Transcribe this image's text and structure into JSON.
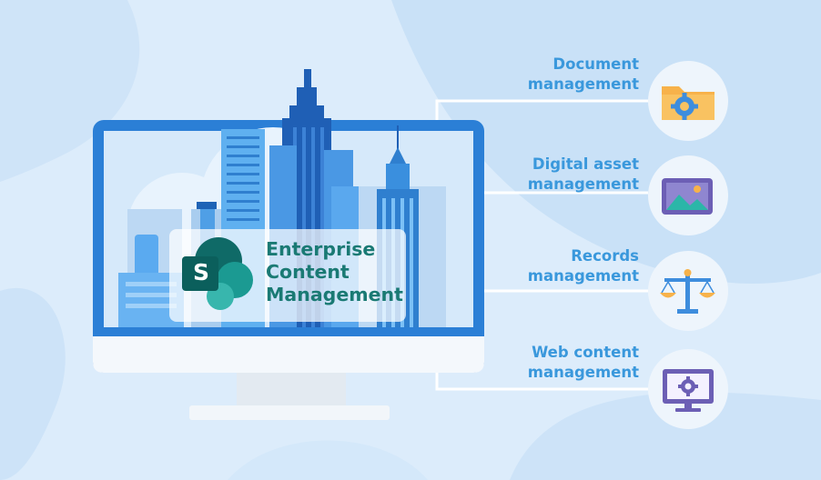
{
  "product": {
    "logo_letter": "S",
    "title_lines": [
      "Enterprise",
      "Content",
      "Management"
    ]
  },
  "features": [
    {
      "lines": [
        "Document",
        "management"
      ],
      "icon": "folder-gear-icon"
    },
    {
      "lines": [
        "Digital asset",
        "management"
      ],
      "icon": "image-icon"
    },
    {
      "lines": [
        "Records",
        "management"
      ],
      "icon": "scales-icon"
    },
    {
      "lines": [
        "Web content",
        "management"
      ],
      "icon": "monitor-gear-icon"
    }
  ],
  "colors": {
    "background": "#dcecfb",
    "label_blue": "#3a98dc",
    "monitor_blue": "#2b7fd6",
    "sharepoint_teal": "#1a7a74",
    "folder_orange": "#f7b24a",
    "icon_purple": "#6c5fb5"
  }
}
